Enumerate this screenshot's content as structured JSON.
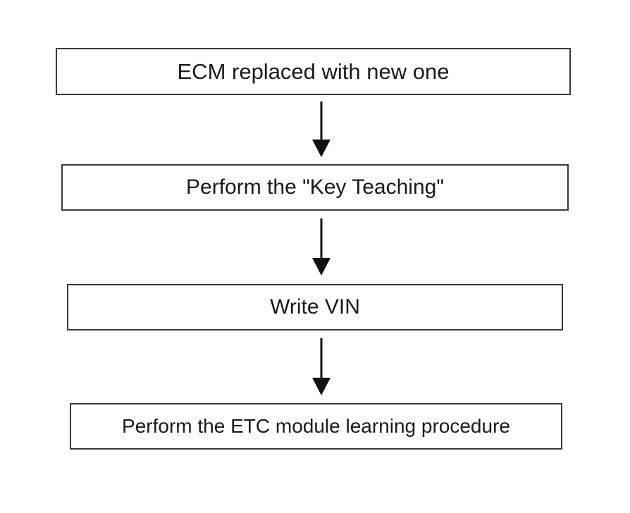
{
  "flowchart": {
    "steps": [
      {
        "label": "ECM replaced with new one"
      },
      {
        "label": "Perform the \"Key Teaching\""
      },
      {
        "label": "Write VIN"
      },
      {
        "label": "Perform the ETC module learning procedure"
      }
    ],
    "colors": {
      "stroke": "#3a3a3a",
      "arrow": "#111111",
      "text": "#1a1a1a",
      "background": "#ffffff"
    }
  }
}
